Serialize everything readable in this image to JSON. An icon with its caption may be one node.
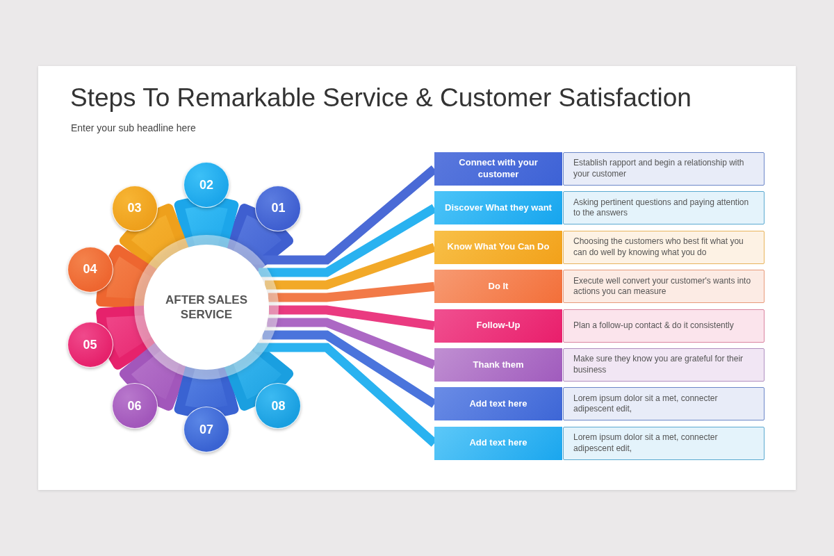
{
  "diagram": {
    "title": "Steps To Remarkable Service & Customer Satisfaction",
    "nodes": [
      {
        "text": [
          "AFTER SALES SERVICE"
        ]
      },
      {
        "text": [
          "01"
        ]
      },
      {
        "text": [
          "02"
        ]
      },
      {
        "text": [
          "03"
        ]
      },
      {
        "text": [
          "04"
        ]
      },
      {
        "text": [
          "05"
        ]
      },
      {
        "text": [
          "06"
        ]
      },
      {
        "text": [
          "07"
        ]
      },
      {
        "text": [
          "08"
        ]
      },
      {
        "text": [
          "Connect with your customer"
        ]
      },
      {
        "text": [
          "Establish rapport and begin a relationship with your customer"
        ]
      },
      {
        "text": [
          "Discover What they want"
        ]
      },
      {
        "text": [
          "Asking pertinent questions and paying attention to the answers"
        ]
      },
      {
        "text": [
          "Know What You Can Do"
        ]
      },
      {
        "text": [
          "Choosing the customers who best fit what you can do well by knowing what you do"
        ]
      },
      {
        "text": [
          "Do It"
        ]
      },
      {
        "text": [
          "Execute well convert your customer's wants into actions you can measure"
        ]
      },
      {
        "text": [
          "Follow-Up"
        ]
      },
      {
        "text": [
          "Plan a follow-up contact & do it consistently"
        ]
      },
      {
        "text": [
          "Thank them"
        ]
      },
      {
        "text": [
          "Make sure they know you are grateful for their business"
        ]
      },
      {
        "text": [
          "Add text here"
        ]
      },
      {
        "text": [
          "Lorem ipsum dolor sit a met, connecter adipescent edit,"
        ]
      },
      {
        "text": [
          "Add text here"
        ]
      },
      {
        "text": [
          "Lorem ipsum dolor sit a met, connecter adipescent edit,"
        ]
      }
    ],
    "edges": [
      {
        "from": 0,
        "to": 9,
        "arrow": "none",
        "color": "#4a6ad6"
      },
      {
        "from": 0,
        "to": 11,
        "arrow": "none",
        "color": "#29b2f0"
      },
      {
        "from": 0,
        "to": 13,
        "arrow": "none",
        "color": "#f2a928"
      },
      {
        "from": 0,
        "to": 15,
        "arrow": "none",
        "color": "#f27a48"
      },
      {
        "from": 0,
        "to": 17,
        "arrow": "none",
        "color": "#ea3a80"
      },
      {
        "from": 0,
        "to": 19,
        "arrow": "none",
        "color": "#ac68c4"
      },
      {
        "from": 0,
        "to": 21,
        "arrow": "none",
        "color": "#4a74dc"
      },
      {
        "from": 0,
        "to": 23,
        "arrow": "none",
        "color": "#29b2f0"
      }
    ],
    "labels": [
      "Enter your sub headline here"
    ]
  }
}
